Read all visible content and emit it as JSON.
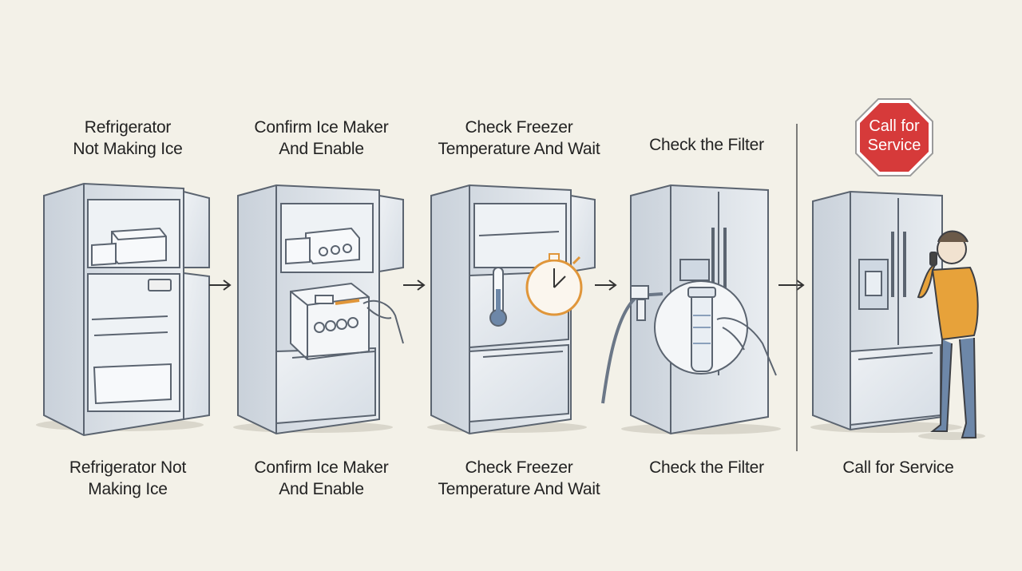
{
  "steps": [
    {
      "top_label": [
        "Refrigerator",
        "Not Making Ice"
      ],
      "bottom_label": [
        "Refrigerator Not",
        "Making Ice"
      ]
    },
    {
      "top_label": [
        "Confirm Ice Maker",
        "And Enable"
      ],
      "bottom_label": [
        "Confirm Ice Maker",
        "And Enable"
      ]
    },
    {
      "top_label": [
        "Check Freezer",
        "Temperature And Wait"
      ],
      "bottom_label": [
        "Check Freezer",
        "Temperature And Wait"
      ]
    },
    {
      "top_label": [
        "Check the Filter"
      ],
      "bottom_label": [
        "Check the Filter"
      ]
    },
    {
      "top_label": [],
      "bottom_label": [
        "Call for Service"
      ]
    }
  ],
  "stop_sign": {
    "lines": [
      "Call for",
      "Service"
    ],
    "color": "#d63a3a"
  },
  "icons": [
    "ice-tray-icon",
    "ice-maker-icon",
    "thermometer-icon",
    "stopwatch-icon",
    "water-filter-icon",
    "phone-person-icon",
    "arrow-right-icon"
  ],
  "colors": {
    "background": "#f3f1e8",
    "fridge_body": "#dde3ea",
    "outline": "#5b6470",
    "accent_orange": "#e0963a",
    "shirt": "#e7a23a",
    "stop_red": "#d63a3a"
  }
}
